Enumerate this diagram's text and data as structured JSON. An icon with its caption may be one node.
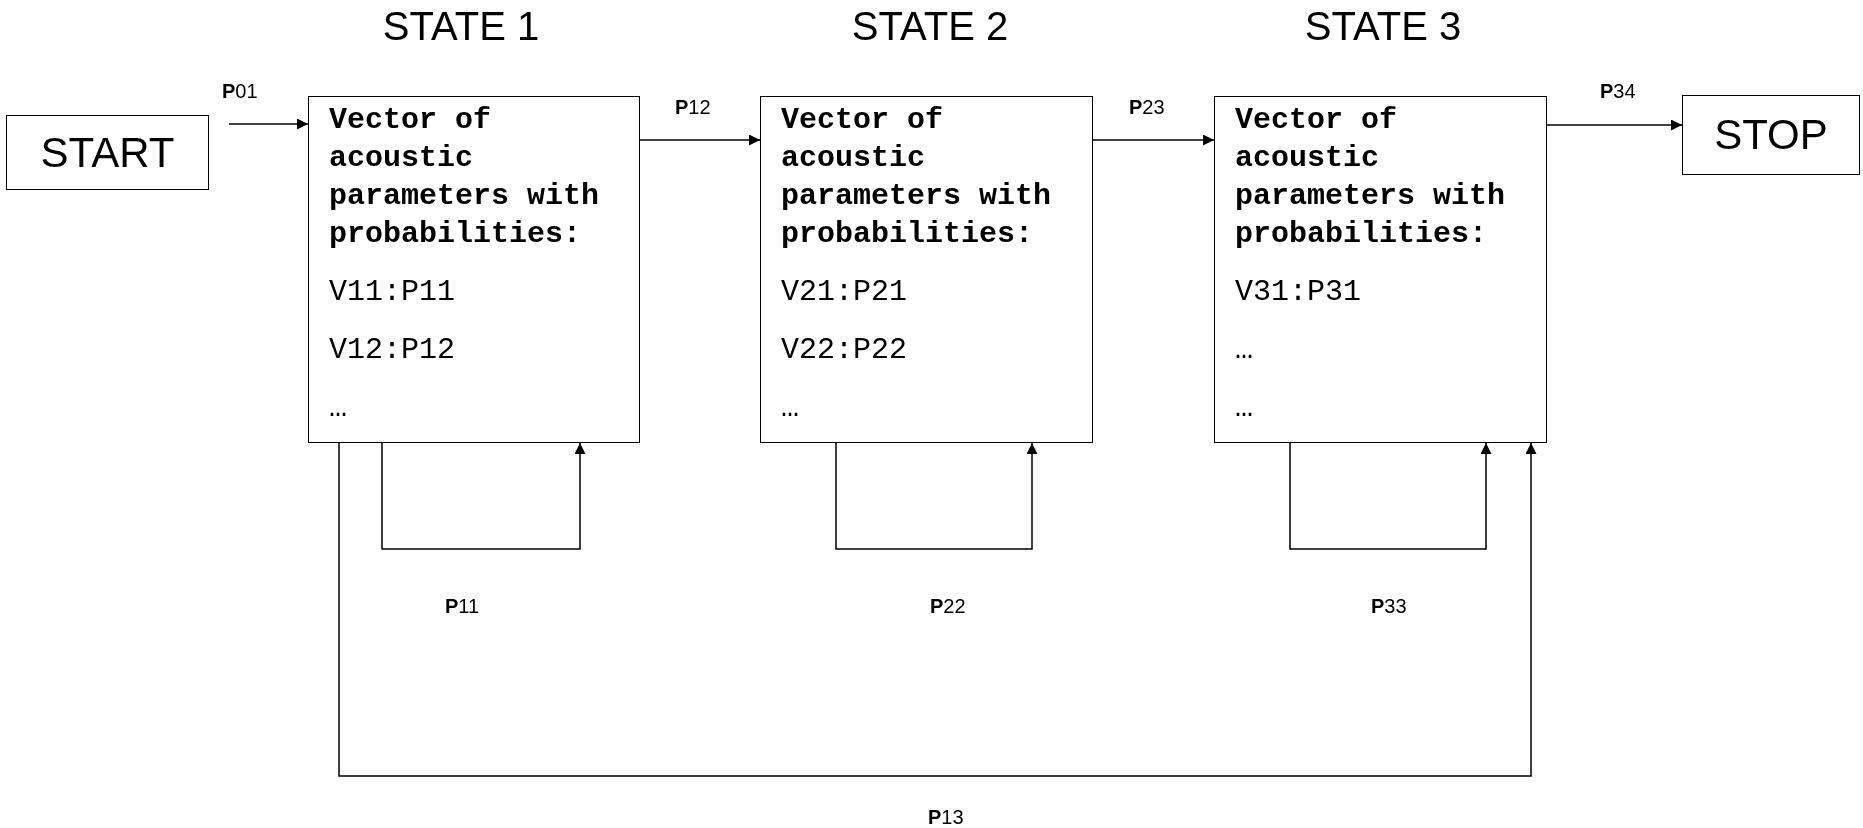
{
  "diagram": {
    "nodes": [
      {
        "text": [
          "START"
        ]
      },
      {
        "text": [
          "Vector of acoustic parameters with probabilities:",
          "V11:P11",
          "V12:P12",
          "…"
        ]
      },
      {
        "text": [
          "Vector of acoustic parameters with probabilities:",
          "V21:P21",
          "V22:P22",
          "…"
        ]
      },
      {
        "text": [
          "Vector of acoustic parameters with probabilities:",
          "V31:P31",
          "…",
          "…"
        ]
      },
      {
        "text": [
          "STOP"
        ]
      }
    ],
    "edges": [
      {
        "from": 0,
        "to": 1,
        "arrow": "to",
        "label": "**P**01"
      },
      {
        "from": 1,
        "to": 2,
        "arrow": "to",
        "label": "**P**12"
      },
      {
        "from": 2,
        "to": 3,
        "arrow": "to",
        "label": "**P**23"
      },
      {
        "from": 3,
        "to": 4,
        "arrow": "to",
        "label": "**P**34"
      },
      {
        "from": 1,
        "to": 1,
        "arrow": "to",
        "label": "**P**11"
      },
      {
        "from": 2,
        "to": 2,
        "arrow": "to",
        "label": "**P**22"
      },
      {
        "from": 3,
        "to": 3,
        "arrow": "to",
        "label": "**P**33"
      },
      {
        "from": 1,
        "to": 3,
        "arrow": "to",
        "label": "**P**13"
      }
    ],
    "labels": [
      "STATE 1",
      "STATE 2",
      "STATE 3"
    ]
  }
}
